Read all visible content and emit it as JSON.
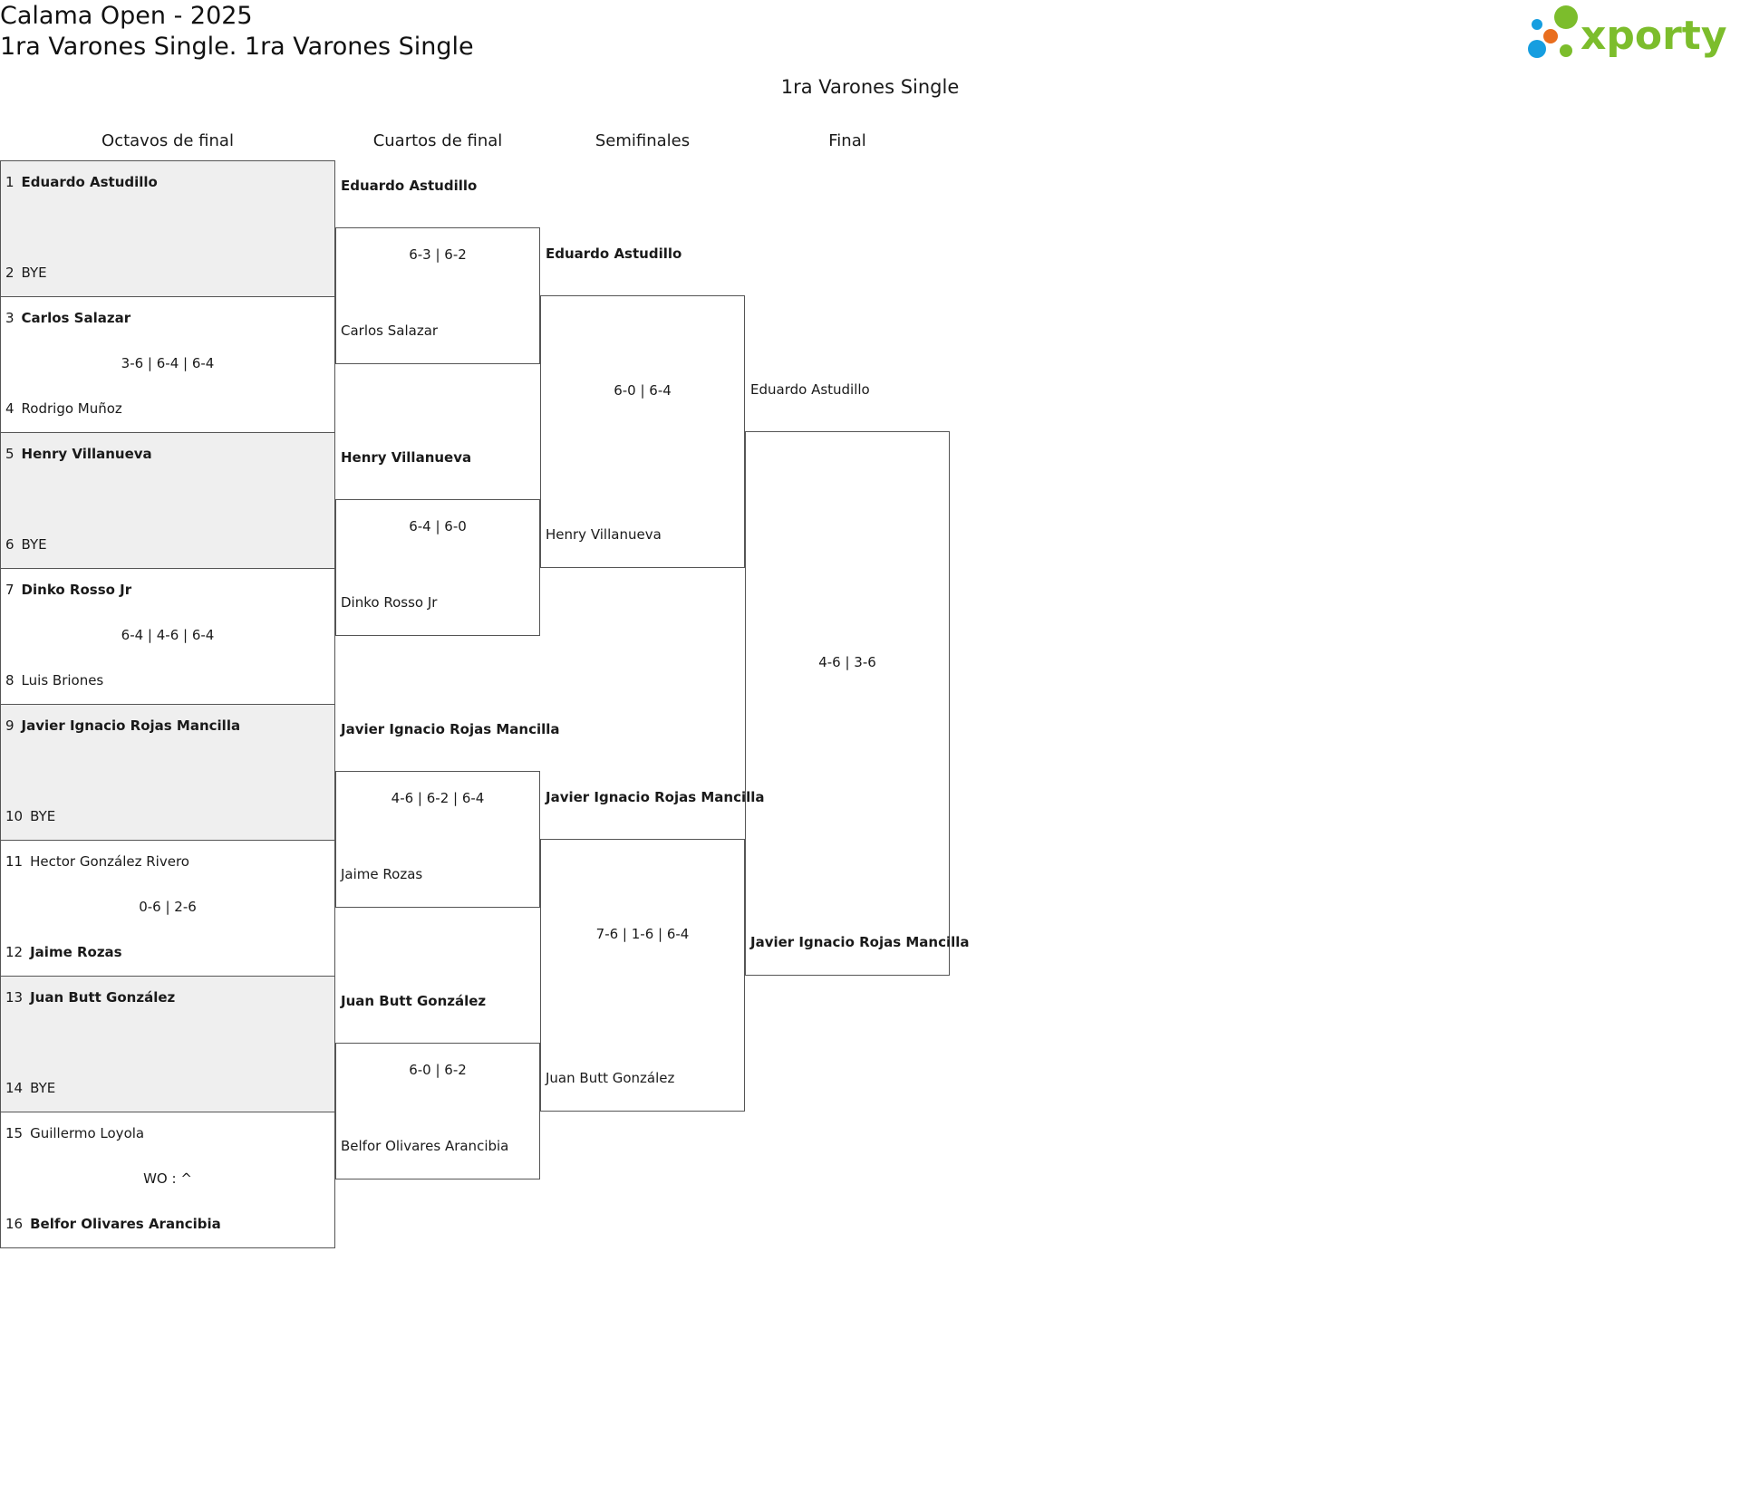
{
  "header": {
    "event_title": "Calama Open - 2025",
    "category_title": "1ra Varones Single. 1ra Varones Single",
    "draw_title": "1ra Varones Single",
    "brand": "xporty"
  },
  "brand_colors": {
    "green": "#7cbd2c",
    "blue": "#169ee0",
    "orange": "#e96e1e"
  },
  "rounds": [
    "Octavos de final",
    "Cuartos de final",
    "Semifinales",
    "Final"
  ],
  "round_of_16": [
    {
      "a_seed": "1",
      "a_name": "Eduardo Astudillo",
      "a_win": true,
      "b_seed": "2",
      "b_name": "BYE",
      "b_win": false,
      "score": "",
      "bye": true
    },
    {
      "a_seed": "3",
      "a_name": "Carlos Salazar",
      "a_win": true,
      "b_seed": "4",
      "b_name": "Rodrigo Muñoz",
      "b_win": false,
      "score": "3-6 | 6-4 | 6-4",
      "bye": false
    },
    {
      "a_seed": "5",
      "a_name": "Henry Villanueva",
      "a_win": true,
      "b_seed": "6",
      "b_name": "BYE",
      "b_win": false,
      "score": "",
      "bye": true
    },
    {
      "a_seed": "7",
      "a_name": "Dinko Rosso Jr",
      "a_win": true,
      "b_seed": "8",
      "b_name": "Luis Briones",
      "b_win": false,
      "score": "6-4 | 4-6 | 6-4",
      "bye": false
    },
    {
      "a_seed": "9",
      "a_name": "Javier Ignacio Rojas Mancilla",
      "a_win": true,
      "b_seed": "10",
      "b_name": "BYE",
      "b_win": false,
      "score": "",
      "bye": true
    },
    {
      "a_seed": "11",
      "a_name": "Hector González Rivero",
      "a_win": false,
      "b_seed": "12",
      "b_name": "Jaime Rozas",
      "b_win": true,
      "score": "0-6 | 2-6",
      "bye": false
    },
    {
      "a_seed": "13",
      "a_name": "Juan Butt González",
      "a_win": true,
      "b_seed": "14",
      "b_name": "BYE",
      "b_win": false,
      "score": "",
      "bye": true
    },
    {
      "a_seed": "15",
      "a_name": "Guillermo Loyola",
      "a_win": false,
      "b_seed": "16",
      "b_name": "Belfor Olivares Arancibia",
      "b_win": true,
      "score": "WO : ^",
      "bye": false
    }
  ],
  "quarterfinals": [
    {
      "a_name": "Eduardo Astudillo",
      "a_win": true,
      "b_name": "Carlos Salazar",
      "b_win": false,
      "score": "6-3 | 6-2"
    },
    {
      "a_name": "Henry Villanueva",
      "a_win": true,
      "b_name": "Dinko Rosso Jr",
      "b_win": false,
      "score": "6-4 | 6-0"
    },
    {
      "a_name": "Javier Ignacio Rojas Mancilla",
      "a_win": true,
      "b_name": "Jaime Rozas",
      "b_win": false,
      "score": "4-6 | 6-2 | 6-4"
    },
    {
      "a_name": "Juan Butt González",
      "a_win": true,
      "b_name": "Belfor Olivares Arancibia",
      "b_win": false,
      "score": "6-0 | 6-2"
    }
  ],
  "semifinals": [
    {
      "a_name": "Eduardo Astudillo",
      "a_win": true,
      "b_name": "Henry Villanueva",
      "b_win": false,
      "score": "6-0 | 6-4"
    },
    {
      "a_name": "Javier Ignacio Rojas Mancilla",
      "a_win": true,
      "b_name": "Juan Butt González",
      "b_win": false,
      "score": "7-6 | 1-6 | 6-4"
    }
  ],
  "final": {
    "a_name": "Eduardo Astudillo",
    "a_win": false,
    "b_name": "Javier Ignacio Rojas Mancilla",
    "b_win": true,
    "score": "4-6 | 3-6"
  }
}
